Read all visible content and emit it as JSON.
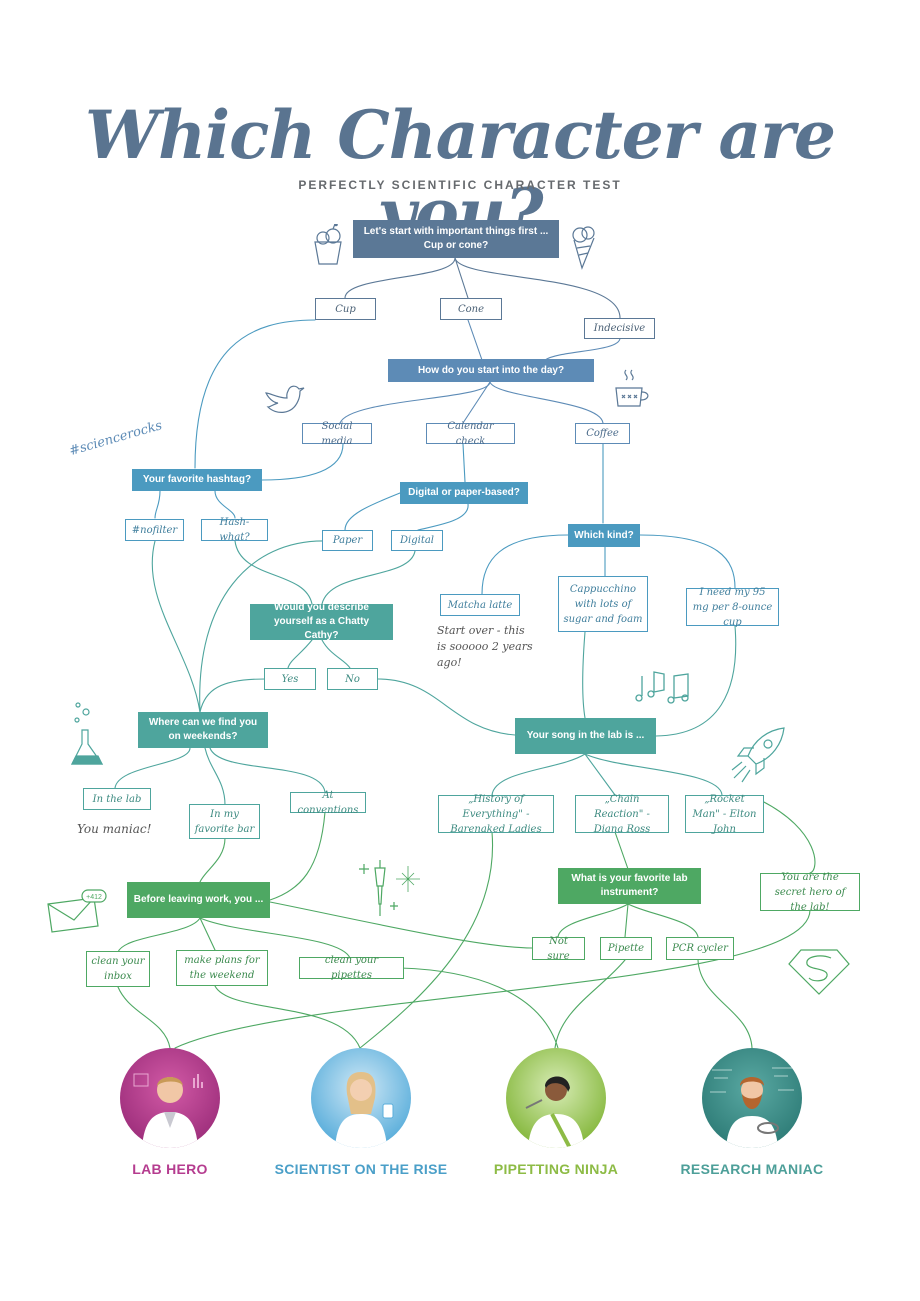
{
  "title": "Which Character are you?",
  "subtitle": "PERFECTLY SCIENTIFIC CHARACTER TEST",
  "questions": {
    "q1": "Let's start with important things first ... Cup or cone?",
    "q2": "How do you start into the day?",
    "q3": "Your favorite hashtag?",
    "q4": "Digital or paper-based?",
    "q5": "Which kind?",
    "q6": "Would you describe yourself as a Chatty Cathy?",
    "q7": "Where can we find you on weekends?",
    "q8": "Your song in the lab is ...",
    "q9": "What is your favorite lab instrument?",
    "q10": "Before leaving work, you ..."
  },
  "answers": {
    "cup": "Cup",
    "cone": "Cone",
    "indecisive": "Indecisive",
    "social_media": "Social media",
    "calendar_check": "Calendar check",
    "coffee": "Coffee",
    "nofilter": "#nofilter",
    "hash_what": "Hash-what?",
    "paper": "Paper",
    "digital": "Digital",
    "matcha": "Matcha latte",
    "cappuccino": "Cappucchino with lots of sugar and foam",
    "mg95": "I need my 95 mg per 8-ounce cup",
    "yes": "Yes",
    "no": "No",
    "in_lab": "In the lab",
    "fav_bar": "In my favorite bar",
    "conventions": "At conventions",
    "history": "„History of Everything\" - Barenaked Ladies",
    "chain": "„Chain Reaction\" - Diana Ross",
    "rocket": "„Rocket Man\" - Elton John",
    "secret_hero": "You are the secret hero of the lab!",
    "not_sure": "Not sure",
    "pipette": "Pipette",
    "pcr": "PCR cycler",
    "clean_inbox": "clean your inbox",
    "make_plans": "make plans for the weekend",
    "clean_pipettes": "clean your pipettes"
  },
  "notes": {
    "hashtag": "#sciencerocks",
    "start_over": "Start over - this is sooooo 2 years ago!",
    "maniac": "You maniac!",
    "email_badge": "+412"
  },
  "characters": [
    {
      "name": "LAB HERO",
      "color": "#b53c8f"
    },
    {
      "name": "SCIENTIST ON THE RISE",
      "color": "#4a9fc8"
    },
    {
      "name": "PIPETTING NINJA",
      "color": "#8dbb45"
    },
    {
      "name": "RESEARCH MANIAC",
      "color": "#4d9f99"
    }
  ],
  "colors": {
    "slate": "#5b7896",
    "steel": "#5d8bb6",
    "blue": "#4b9ac0",
    "teal": "#4ea59d",
    "green": "#4ea863"
  },
  "doodles": [
    "ice-cream-cup-icon",
    "ice-cream-cone-icon",
    "bird-icon",
    "coffee-cup-icon",
    "music-notes-icon",
    "flask-icon",
    "rocket-icon",
    "envelope-icon",
    "pipette-icon",
    "superman-logo-icon"
  ]
}
